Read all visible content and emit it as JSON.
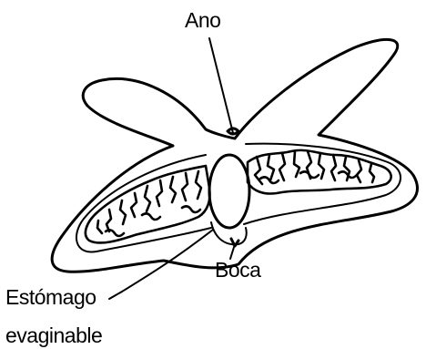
{
  "labels": {
    "anus": "Ano",
    "mouth": "Boca",
    "stomach_line1": "Estómago",
    "stomach_line2": "evaginable"
  }
}
